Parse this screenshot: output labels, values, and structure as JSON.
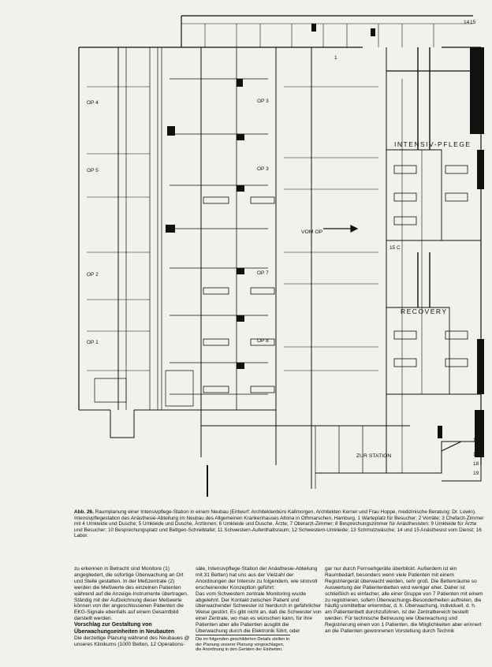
{
  "plan": {
    "or_labels": [
      "OP 4",
      "OP 3",
      "OP 5",
      "OP 3",
      "OP 2",
      "OP 7",
      "OP 1",
      "OP 8"
    ],
    "wing_labels": [
      "INTENSIV-PFLEGE",
      "RECOVERY"
    ],
    "corridor_labels": [
      "VOM OP",
      "ZUR STATION"
    ],
    "room_numbers": [
      "14",
      "15",
      "16",
      "17",
      "18",
      "19",
      "15 C",
      "1"
    ]
  },
  "caption": {
    "label": "Abb. 26.",
    "text": "Raumplanung einer Intensivpflege-Station in einem Neubau (Entwurf: Architektenbüro Kallmorgen, Architekten Kerner und Frau Hoppe, medizinische Beratung: Dr. Lowin). Intensivpflegestation des Anästhesie-Abteilung im Neubau des Allgemeinen Krankenhauses Altona in Othmarschen, Hamburg. 1 Warteplatz für Besucher; 2 Vorräte; 3 Chefarzt-Zimmer mit 4 Umkleide und Dusche; 5 Umkleide und Dusche, Ärztinnen; 6 Umkleide und Dusche, Ärzte; 7 Oberarzt-Zimmer; 8 Besprechungszimmer für Anästhesisten; 9 Umkleide für Ärzte und Besucher; 10 Besprechungsplatz und Bettgen-Schreibtafel; 11 Schwestern-Aufenthaltsraum; 12 Schwestern-Umkleide; 13 Schmutzwäsche; 14 und 15 Anästhesist vom Dienst; 16 Labor."
  },
  "columns": [
    {
      "paras": [
        "zu erkennen in Betracht sind Monitore (1) angegliedert, die sofortige Überwachung an Ort und Stelle gestatten. In der Meßzentrale (2) werden die Meßwerte des einzelnen Patienten während auf die Anzeige-Instrumente übertragen. Ständig mit der Aufzeichnung dieser Meßwerte können von der angeschlossenen Patienten die EKG-Signale ebenfalls auf einem Gesamtbild darstellt werden."
      ],
      "heading": "Vorschlag zur Gestaltung von Überwachungseinheiten in Neubauten",
      "tail": "Die derzeitige Planung während des Neubaues @ unseres Klinikums (1000 Betten, 12 Operations-"
    },
    {
      "paras": [
        "säle, Intensivpflege-Station der Anästhesie-Abteilung mit 31 Betten) hat uns aus der Vielzahl der Anordnungen der Intensiv zu folgendem, wie sinnvoll erscheinender Konzeption geführt:",
        "Das vom Schwestern zentrale Monitoring wurde abgelehnt. Der Kontakt zwischen Patient und überwachender Schwester ist hierdurch in gefährlicher Weise gestört. Es gibt nicht an, daß die Schwester von einer Zentrale, wo man es wünschen kann, für ihre Patienten aber alle Patienten ausgibt die Überwachung durch die Elektronik führt, oder"
      ],
      "footnote": "Die im folgenden geschilderten Details stellen in der Planung unserer Planung vorgeschlagen, die Anordnung in den Geräten der Einheiten."
    },
    {
      "paras": [
        "gar nur durch Fernsehgeräte überblickt. Außerdem ist ein Raumbedarf, besonders wenn viele Patienten mit einem Registriergerät überwacht werden, sehr groß. Die Bettenräume so Auswertung der Patientenbetten wird weniger eher. Daher ist schließlich es einfacher, alle einer Gruppe von 7 Patienten mit einem zu registrieren, sofern Überwachungs-Besonderheiten auftreten, die häufig unmittelbar erkennbar, d. h. Überwachung, individuell, d. h. am Patientenbett durchzuführen, ist der Zentralbereich bestellt werden. Für technische Betreuung wie Überwachung und Registrierung einen von 1 Patienten, die Möglichkeiten aber erinnert an die Patienten gewonnenen Vorstellung durch Technik"
      ]
    }
  ]
}
